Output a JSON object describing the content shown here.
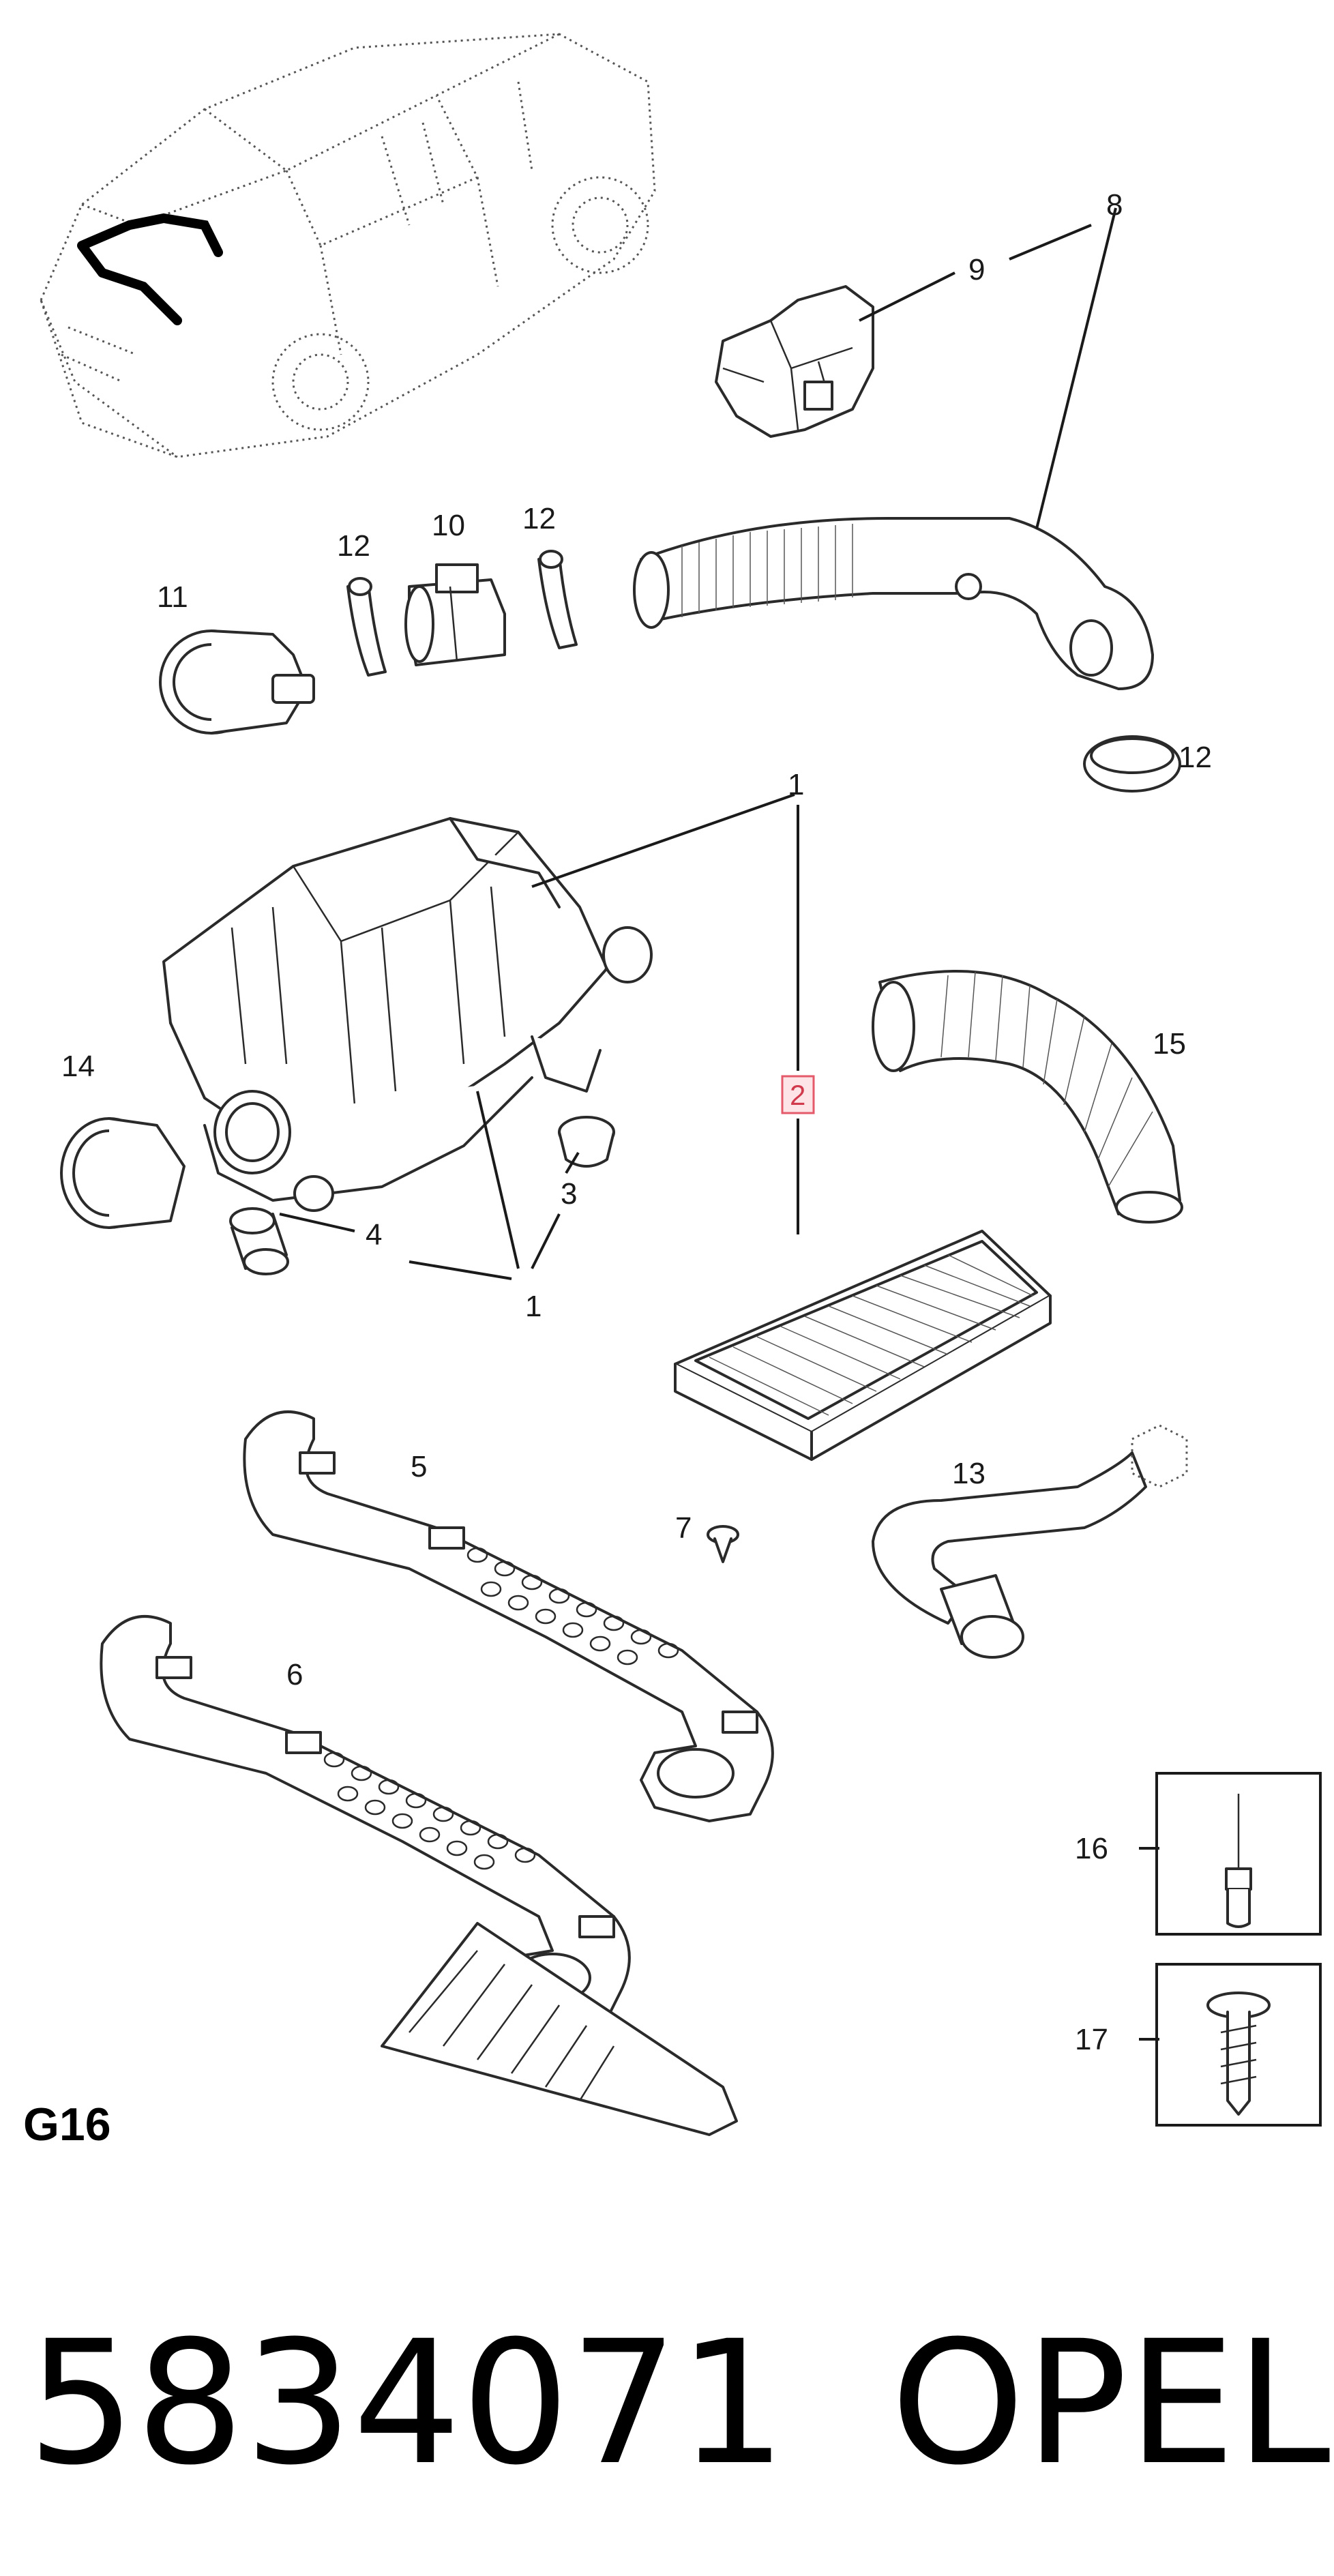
{
  "group_label": "G16",
  "part_number": "5834071",
  "brand": "OPEL",
  "selected_callout": "2",
  "callouts": {
    "c1_top": "1",
    "c1_bottom": "1",
    "c3": "3",
    "c4": "4",
    "c5": "5",
    "c6": "6",
    "c7": "7",
    "c8": "8",
    "c9": "9",
    "c10": "10",
    "c11": "11",
    "c12_left": "12",
    "c12_mid": "12",
    "c12_right": "12",
    "c13": "13",
    "c14": "14",
    "c15": "15",
    "c16": "16",
    "c17": "17"
  },
  "colors": {
    "line": "#1a1a1a",
    "highlight_border": "#e45a6a",
    "highlight_fill": "#fde4e6",
    "highlight_text": "#d13a4c"
  }
}
